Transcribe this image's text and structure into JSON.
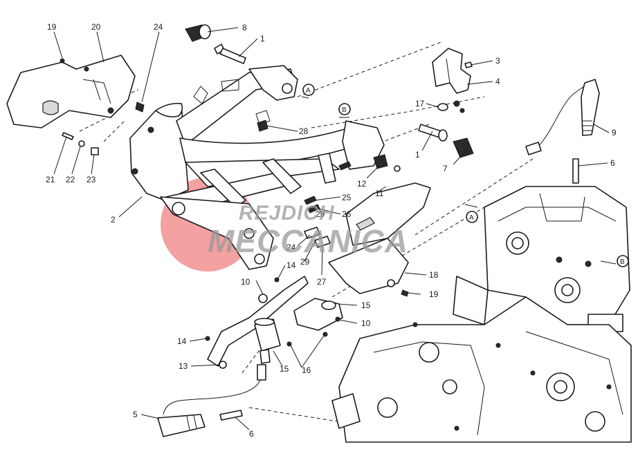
{
  "diagram": {
    "callouts": [
      {
        "id": "c19a",
        "text": "19"
      },
      {
        "id": "c20",
        "text": "20"
      },
      {
        "id": "c24a",
        "text": "24"
      },
      {
        "id": "c8",
        "text": "8"
      },
      {
        "id": "c1a",
        "text": "1"
      },
      {
        "id": "c3",
        "text": "3"
      },
      {
        "id": "c4",
        "text": "4"
      },
      {
        "id": "c17",
        "text": "17"
      },
      {
        "id": "c9",
        "text": "9"
      },
      {
        "id": "c1b",
        "text": "1"
      },
      {
        "id": "c7",
        "text": "7"
      },
      {
        "id": "c6a",
        "text": "6"
      },
      {
        "id": "c28",
        "text": "28"
      },
      {
        "id": "c12",
        "text": "12"
      },
      {
        "id": "c11",
        "text": "11"
      },
      {
        "id": "c21",
        "text": "21"
      },
      {
        "id": "c22",
        "text": "22"
      },
      {
        "id": "c23",
        "text": "23"
      },
      {
        "id": "c2",
        "text": "2"
      },
      {
        "id": "c25",
        "text": "25"
      },
      {
        "id": "c26",
        "text": "26"
      },
      {
        "id": "c29a",
        "text": "29"
      },
      {
        "id": "c24b",
        "text": "24"
      },
      {
        "id": "c29b",
        "text": "29"
      },
      {
        "id": "c27",
        "text": "27"
      },
      {
        "id": "c14a",
        "text": "14"
      },
      {
        "id": "c10a",
        "text": "10"
      },
      {
        "id": "c18",
        "text": "18"
      },
      {
        "id": "c19b",
        "text": "19"
      },
      {
        "id": "c15a",
        "text": "15"
      },
      {
        "id": "c10b",
        "text": "10"
      },
      {
        "id": "c14b",
        "text": "14"
      },
      {
        "id": "c13",
        "text": "13"
      },
      {
        "id": "c15b",
        "text": "15"
      },
      {
        "id": "c16",
        "text": "16"
      },
      {
        "id": "c5",
        "text": "5"
      },
      {
        "id": "c6b",
        "text": "6"
      }
    ],
    "reference_marks": {
      "a1": "A",
      "b1": "B",
      "a2": "A",
      "b2": "B"
    },
    "watermark": {
      "line1": "REJDICH",
      "line2": "MECCANICA",
      "colors": {
        "circle": "#f08a8a",
        "text": "#9a9a9a"
      }
    }
  }
}
